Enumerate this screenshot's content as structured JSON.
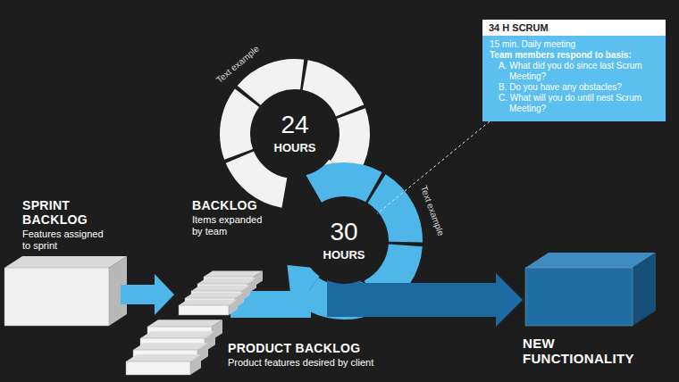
{
  "diagram": {
    "nodes": [
      {
        "text": [
          "24",
          "HOURS"
        ]
      },
      {
        "text": [
          "34 H SCRUM",
          "15 min. Daily meeting",
          "Team members respond to basis:",
          "A. What did you do since last Scrum Meeting?",
          "B. Do you have any obstacles?",
          "C. What will you do until nest Scrum Meeting?"
        ]
      },
      {
        "text": [
          "SPRINT BACKLOG",
          "Features assigned to sprint"
        ]
      },
      {
        "text": [
          "BACKLOG",
          "Items expanded by team"
        ]
      },
      {
        "text": [
          "30",
          "HOURS"
        ]
      },
      {
        "text": [
          "PRODUCT BACKLOG",
          "Product features desired by client"
        ]
      },
      {
        "text": [
          "NEW FUNCTIONALITY"
        ]
      }
    ],
    "edges": [
      {
        "from": 2,
        "to": 3,
        "arrow": "to"
      },
      {
        "from": 4,
        "to": 6,
        "arrow": "to"
      },
      {
        "from": 1,
        "to": 4,
        "arrow": "none"
      }
    ],
    "labels": [
      "Text example",
      "Text example"
    ]
  }
}
